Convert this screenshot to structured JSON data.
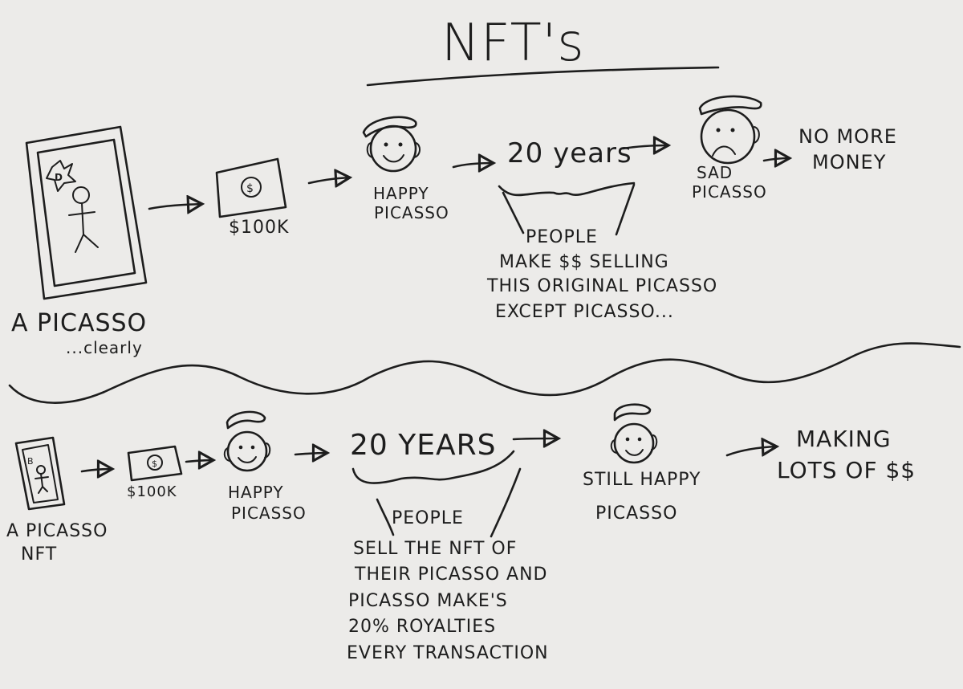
{
  "title": "NFT's",
  "top_row": {
    "painting_caption": "A PICASSO",
    "painting_subcaption": "...clearly",
    "price": "$100K",
    "happy_label_1": "HAPPY",
    "happy_label_2": "PICASSO",
    "time_label": "20 years",
    "people_lines": [
      "PEOPLE",
      "MAKE $$ SELLING",
      "THIS ORIGINAL PICASSO",
      "EXCEPT PICASSO..."
    ],
    "sad_label_1": "SAD",
    "sad_label_2": "PICASSO",
    "result_1": "NO MORE",
    "result_2": "MONEY"
  },
  "bottom_row": {
    "painting_caption_1": "A PICASSO",
    "painting_caption_2": "NFT",
    "price": "$100K",
    "happy_label_1": "HAPPY",
    "happy_label_2": "PICASSO",
    "time_label": "20 YEARS",
    "people_lines": [
      "PEOPLE",
      "SELL THE NFT OF",
      "THEIR PICASSO AND",
      "PICASSO MAKE'S",
      "20% ROYALTIES",
      "EVERY TRANSACTION"
    ],
    "still_label_1": "STILL HAPPY",
    "still_label_2": "PICASSO",
    "result_1": "MAKING",
    "result_2": "LOTS OF $$"
  }
}
